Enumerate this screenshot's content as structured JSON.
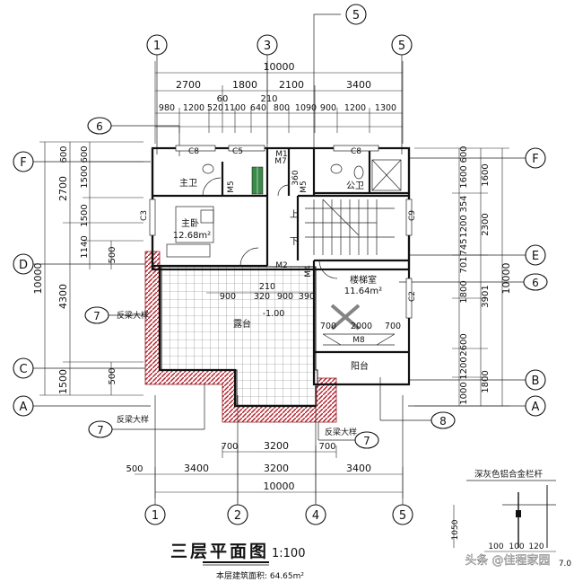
{
  "title": "三层平面图",
  "scale": "1:100",
  "subtitle": "本层建筑面积: 64.65m²",
  "watermark": "头条 @佳程家园",
  "axes_top": [
    "1",
    "3",
    "5"
  ],
  "axis_top_extra": "5",
  "axes_bottom": [
    "1",
    "2",
    "4",
    "5"
  ],
  "axes_left": [
    "F",
    "D",
    "C",
    "A"
  ],
  "axes_right": [
    "F",
    "E",
    "B",
    "A"
  ],
  "detail_markers": {
    "six_left": "6",
    "six_right": "6",
    "seven_left_1": "7",
    "seven_left_2": "7",
    "seven_bottom": "7",
    "eight": "8"
  },
  "dims_top": {
    "total": "10000",
    "row2": [
      "2700",
      "1800",
      "2100",
      "3400"
    ],
    "row3_a": "60",
    "row3_b": "210",
    "row4": [
      "980",
      "1200",
      "520",
      "1100",
      "640",
      "800",
      "1090",
      "900",
      "1200",
      "1300"
    ]
  },
  "dims_bottom": {
    "row1": [
      "700",
      "3200",
      "700"
    ],
    "row2_left": "500",
    "row2": [
      "3400",
      "3200",
      "3400"
    ],
    "total": "10000"
  },
  "dims_left": {
    "outer": "10000",
    "mid": [
      "2700",
      "4300",
      "1500"
    ],
    "inner": [
      "600",
      "1500",
      "600",
      "1500",
      "1140",
      "500",
      "500"
    ]
  },
  "dims_right": {
    "outer": "10000",
    "mid": [
      "1600",
      "2300",
      "3901",
      "1800"
    ],
    "inner": [
      "600",
      "1600",
      "354",
      "1200",
      "745",
      "701",
      "1800",
      "2600",
      "1200",
      "1000"
    ]
  },
  "rooms": {
    "master_bath": "主卫",
    "master_bed": "主卧",
    "master_bed_area": "12.68m²",
    "public_bath": "公卫",
    "stair_room": "楼梯室",
    "stair_room_area": "11.64m²",
    "terrace": "露台",
    "balcony": "阳台",
    "up": "上",
    "down": "下"
  },
  "labels": {
    "c8a": "C8",
    "c5": "C5",
    "c8b": "C8",
    "c3": "C3",
    "c9": "C9",
    "c2": "C2",
    "m5a": "M5",
    "m5b": "M5",
    "m7": "M7",
    "m2": "M2",
    "m4": "M4",
    "m8": "M8",
    "m1": "M1",
    "dim360": "360",
    "dim900a": "900",
    "dim320": "320",
    "dim900b": "900",
    "dim390": "390",
    "dim210": "210",
    "dim100": "-1.00",
    "dim700a": "700",
    "dim2000": "2000",
    "dim700b": "700",
    "fanliang1": "反梁大样",
    "fanliang2": "反梁大样",
    "fanliang3": "反梁大样",
    "railing": "深灰色铝合金栏杆",
    "rail_1050": "1050",
    "rail_100a": "100",
    "rail_100b": "100",
    "rail_120": "120",
    "cut_label": "7.0"
  }
}
